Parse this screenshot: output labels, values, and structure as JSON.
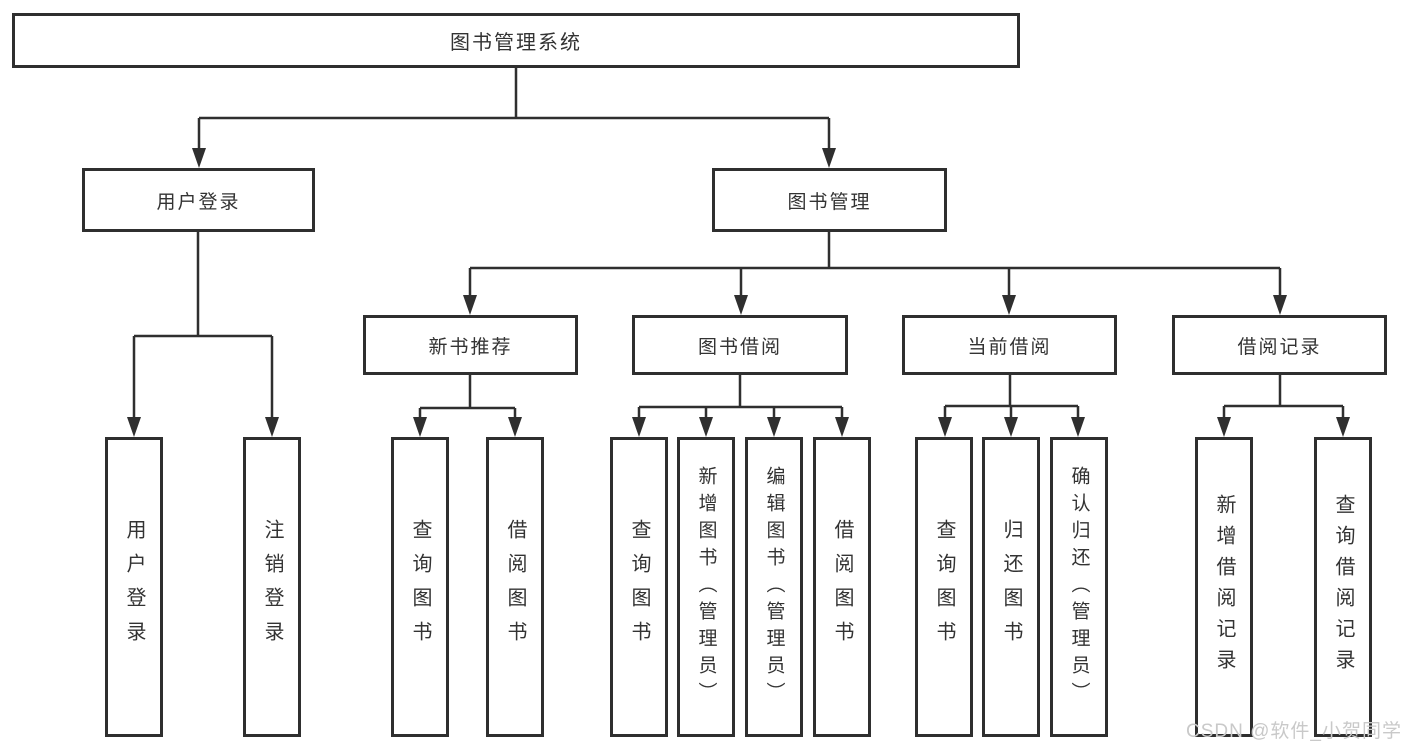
{
  "watermark": {
    "text": "CSDN @软件_小贺同学"
  },
  "colors": {
    "line": "#2f2f2f",
    "text": "#333333",
    "background": "#ffffff",
    "watermark": "#c9c9c9"
  },
  "tree": {
    "label": "图书管理系统",
    "children": [
      {
        "label": "用户登录",
        "children": [
          {
            "label": "用户登录"
          },
          {
            "label": "注销登录"
          }
        ]
      },
      {
        "label": "图书管理",
        "children": [
          {
            "label": "新书推荐",
            "children": [
              {
                "label": "查询图书"
              },
              {
                "label": "借阅图书"
              }
            ]
          },
          {
            "label": "图书借阅",
            "children": [
              {
                "label": "查询图书"
              },
              {
                "label": "新增图书（管理员）"
              },
              {
                "label": "编辑图书（管理员）"
              },
              {
                "label": "借阅图书"
              }
            ]
          },
          {
            "label": "当前借阅",
            "children": [
              {
                "label": "查询图书"
              },
              {
                "label": "归还图书"
              },
              {
                "label": "确认归还（管理员）"
              }
            ]
          },
          {
            "label": "借阅记录",
            "children": [
              {
                "label": "新增借阅记录"
              },
              {
                "label": "查询借阅记录"
              }
            ]
          }
        ]
      }
    ]
  }
}
